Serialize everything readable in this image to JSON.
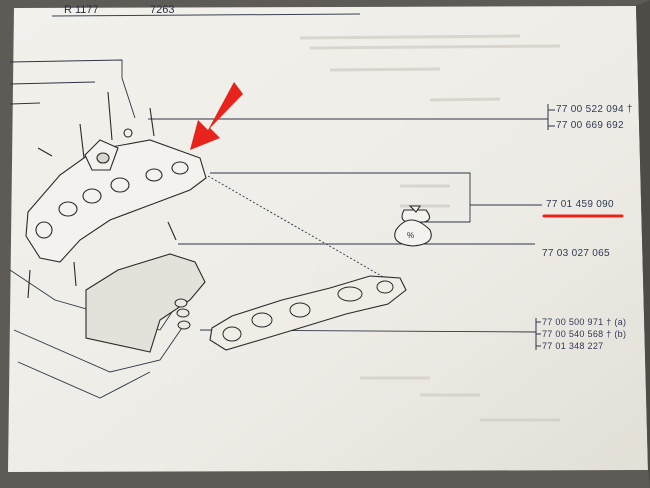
{
  "header": {
    "ref": "R 1177",
    "codes": "7263"
  },
  "parts": {
    "p1a": "77 00 522 094 †",
    "p1b": "77 00 669 692",
    "p2": "77 01 459 090",
    "p3": "77 03 027 065",
    "p4a": "77 00 500 971 † (a)",
    "p4b": "77 00 540 568 † (b)",
    "p4c": "77 01 348 227"
  },
  "highlight_color": "#e8231c",
  "icons": [
    "arrow-icon",
    "money-bag-icon"
  ]
}
